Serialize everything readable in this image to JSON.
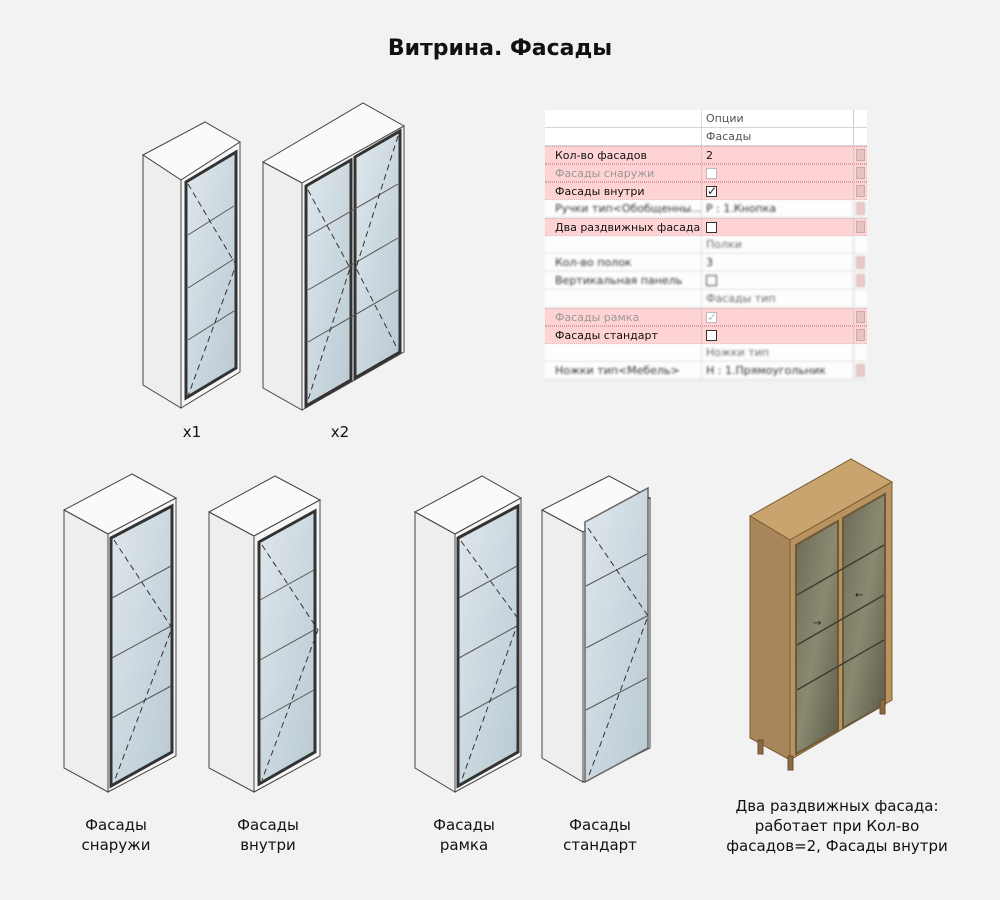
{
  "title": "Витрина. Фасады",
  "labels": {
    "x1": "x1",
    "x2": "x2",
    "outside": "Фасады\nснаружи",
    "inside": "Фасады\nвнутри",
    "frame": "Фасады\nрамка",
    "standard": "Фасады\nстандарт",
    "sliding": "Два раздвижных фасада:\nработает при Кол-во\nфасадов=2, Фасады внутри"
  },
  "properties": [
    {
      "name": "",
      "value": "Опции",
      "kind": "group"
    },
    {
      "name": "",
      "value": "Фасады",
      "kind": "group"
    },
    {
      "name": "Кол-во фасадов",
      "value": "2",
      "kind": "text",
      "highlight": true
    },
    {
      "name": "Фасады снаружи",
      "value": "",
      "kind": "checkbox",
      "checked": false,
      "highlight": true,
      "disabled": true
    },
    {
      "name": "Фасады внутри",
      "value": "",
      "kind": "checkbox",
      "checked": true,
      "highlight": true
    },
    {
      "name": "Ручки тип<Обобщенны...",
      "value": "Р : 1.Кнопка",
      "kind": "text",
      "blur": true
    },
    {
      "name": "Два раздвижных фасада",
      "value": "",
      "kind": "checkbox",
      "checked": false,
      "highlight": true
    },
    {
      "name": "",
      "value": "Полки",
      "kind": "group",
      "blur": true
    },
    {
      "name": "Кол-во полок",
      "value": "3",
      "kind": "text",
      "blur": true
    },
    {
      "name": "Вертикальная панель",
      "value": "",
      "kind": "checkbox",
      "checked": false,
      "blur": true
    },
    {
      "name": "",
      "value": "Фасады тип",
      "kind": "group",
      "blur": true
    },
    {
      "name": "Фасады рамка",
      "value": "",
      "kind": "checkbox",
      "checked": true,
      "highlight": true,
      "disabled": true
    },
    {
      "name": "Фасады стандарт",
      "value": "",
      "kind": "checkbox",
      "checked": false,
      "highlight": true
    },
    {
      "name": "",
      "value": "Ножки тип",
      "kind": "group",
      "blur": true
    },
    {
      "name": "Ножки тип<Мебель>",
      "value": "Н : 1.Прямоугольник",
      "kind": "text",
      "blur": true
    }
  ],
  "colors": {
    "highlight": "#ffd3d3",
    "cabinet_face": "#f4f4f4",
    "glass": "#c9d6df",
    "wood": "#b08a58"
  }
}
